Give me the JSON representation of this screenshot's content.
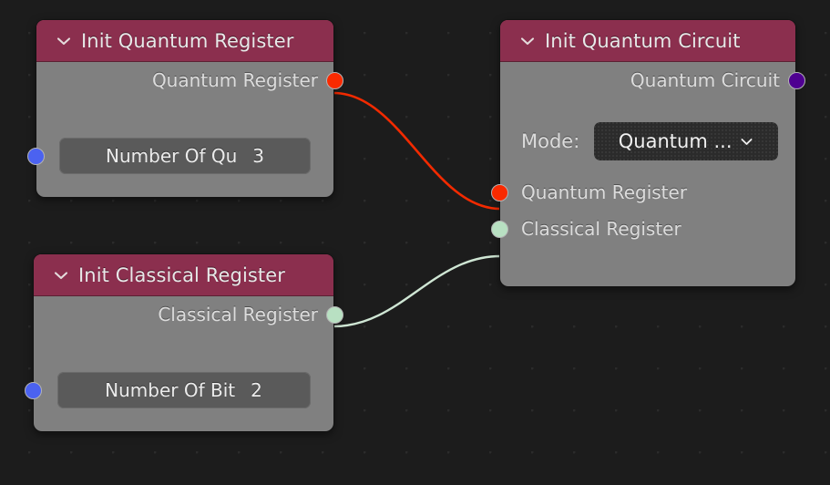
{
  "editor": {
    "background_color": "#1c1c1c",
    "grid_dot_color": "#2b2b2b"
  },
  "palette": {
    "header_maroon": "#8b2f4e",
    "node_body_gray": "#808080",
    "socket_quantum_register": "#fa2a00",
    "socket_classical_register": "#b8e0c2",
    "socket_quantum_circuit": "#4f0091",
    "socket_int_input": "#4b62f0",
    "wire_quantum_register": "#f22a00",
    "wire_classical_register": "#cfe6d4"
  },
  "nodes": [
    {
      "id": "init-quantum-register",
      "title": "Init Quantum Register",
      "collapse_icon": "chevron-down-icon",
      "outputs": [
        {
          "label": "Quantum Register",
          "socket_color": "#fa2a00",
          "socket_name": "quantum-register-output-socket"
        }
      ],
      "inputs": [
        {
          "socket_color": "#4b62f0",
          "socket_name": "number-of-qubits-input-socket"
        }
      ],
      "fields": [
        {
          "name": "Number Of Qu",
          "value": "3"
        }
      ]
    },
    {
      "id": "init-classical-register",
      "title": "Init Classical Register",
      "collapse_icon": "chevron-down-icon",
      "outputs": [
        {
          "label": "Classical Register",
          "socket_color": "#b8e0c2",
          "socket_name": "classical-register-output-socket"
        }
      ],
      "inputs": [
        {
          "socket_color": "#4b62f0",
          "socket_name": "number-of-bits-input-socket"
        }
      ],
      "fields": [
        {
          "name": "Number Of Bit",
          "value": "2"
        }
      ]
    },
    {
      "id": "init-quantum-circuit",
      "title": "Init Quantum Circuit",
      "collapse_icon": "chevron-down-icon",
      "outputs": [
        {
          "label": "Quantum Circuit",
          "socket_color": "#4f0091",
          "socket_name": "quantum-circuit-output-socket"
        }
      ],
      "enum": {
        "label": "Mode:",
        "value": "Quantum ...",
        "icon": "chevron-down-icon"
      },
      "inputs": [
        {
          "label": "Quantum Register",
          "socket_color": "#fa2a00",
          "socket_name": "quantum-register-input-socket"
        },
        {
          "label": "Classical Register",
          "socket_color": "#b8e0c2",
          "socket_name": "classical-register-input-socket"
        }
      ]
    }
  ],
  "links": [
    {
      "name": "quantum-register-link",
      "color": "#f22a00",
      "from": "init-quantum-register.Quantum Register",
      "to": "init-quantum-circuit.Quantum Register"
    },
    {
      "name": "classical-register-link",
      "color": "#cfe6d4",
      "from": "init-classical-register.Classical Register",
      "to": "init-quantum-circuit.Classical Register"
    }
  ]
}
